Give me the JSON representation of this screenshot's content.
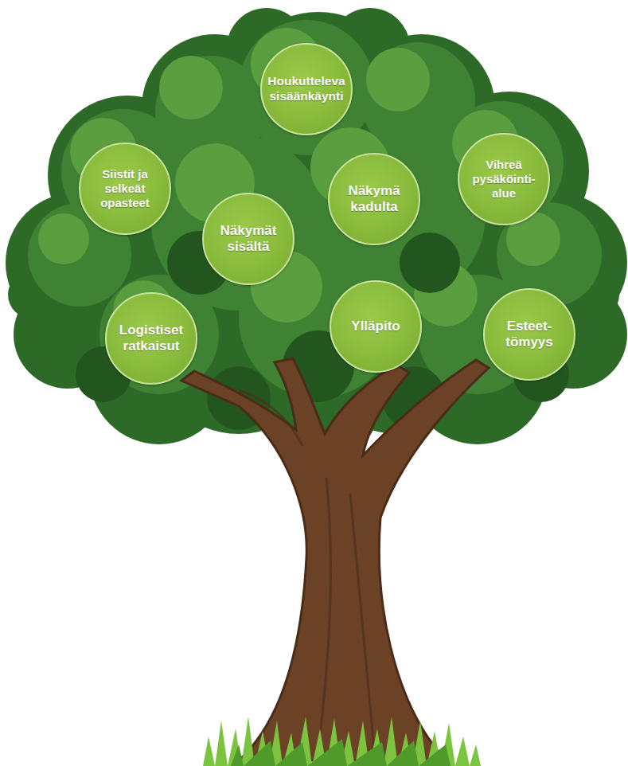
{
  "diagram": {
    "nodes": [
      {
        "text": [
          "Houkutteleva sisäänkäynti"
        ]
      },
      {
        "text": [
          "Siistit ja selkeät opasteet"
        ]
      },
      {
        "text": [
          "Näkymä kadulta"
        ]
      },
      {
        "text": [
          "Vihreä pysäköinti-alue"
        ]
      },
      {
        "text": [
          "Näkymät sisältä"
        ]
      },
      {
        "text": [
          "Logistiset ratkaisut"
        ]
      },
      {
        "text": [
          "Ylläpito"
        ]
      },
      {
        "text": [
          "Esteet-tömyys"
        ]
      }
    ]
  }
}
